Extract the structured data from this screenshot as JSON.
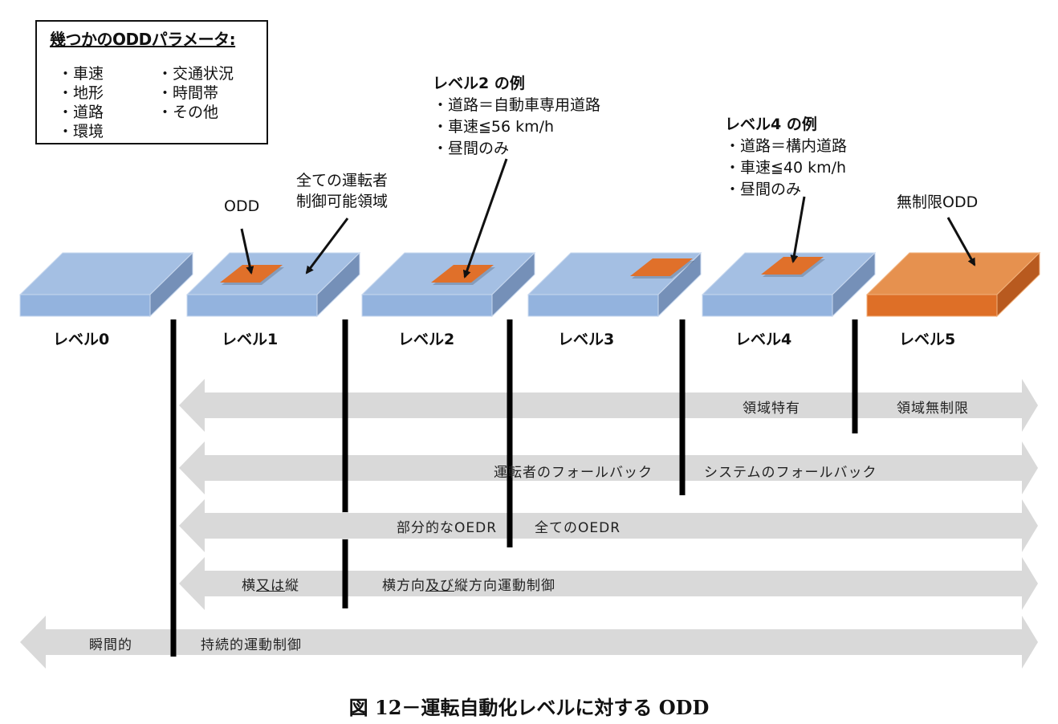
{
  "parameters_box": {
    "title": "幾つかのODDパラメータ:",
    "column1": [
      "・車速",
      "・地形",
      "・道路",
      "・環境"
    ],
    "column2": [
      "・交通状況",
      "・時間帯",
      "・その他"
    ]
  },
  "examples": [
    {
      "title": "レベル2 の例",
      "lines": [
        "・道路＝自動車専用道路",
        "・車速≦56 km/h",
        "・昼間のみ"
      ]
    },
    {
      "title": "レベル4 の例",
      "lines": [
        "・道路＝構内道路",
        "・車速≦40 km/h",
        "・昼間のみ"
      ]
    }
  ],
  "callouts": {
    "odd": "ODD",
    "all_driver_area_line1": "全ての運転者",
    "all_driver_area_line2": "制御可能領域",
    "unlimited_odd": "無制限ODD"
  },
  "levels": [
    {
      "label": "レベル0",
      "odd_type": "none"
    },
    {
      "label": "レベル1",
      "odd_type": "patch"
    },
    {
      "label": "レベル2",
      "odd_type": "patch"
    },
    {
      "label": "レベル3",
      "odd_type": "patch"
    },
    {
      "label": "レベル4",
      "odd_type": "patch"
    },
    {
      "label": "レベル5",
      "odd_type": "full"
    }
  ],
  "spectrum_arrows": [
    {
      "left_label": "領域特有",
      "right_label": "領域無制限"
    },
    {
      "left_label": "運転者のフォールバック",
      "right_label": "システムのフォールバック"
    },
    {
      "left_label": "部分的なOEDR",
      "right_label": "全てのOEDR"
    },
    {
      "left_label_pre": "横",
      "left_label_ul": "又は",
      "left_label_post": "縦",
      "right_label_pre": "横方向",
      "right_label_ul": "及び",
      "right_label_post": "縦方向運動制御"
    },
    {
      "left_label": "瞬間的",
      "right_label": "持続的運動制御"
    }
  ],
  "caption": "図 12－運転自動化レベルに対する ODD",
  "colors": {
    "box_top": "#a4bfe3",
    "box_front": "#93b3de",
    "box_side": "#7590b8",
    "box_edge": "#c9d9ef",
    "odd_patch": "#e0702a",
    "full_top": "#e6914f",
    "full_front": "#de6f27",
    "full_side": "#b85a1f",
    "arrow_fill": "#d9d9d9",
    "divider": "#000000"
  }
}
